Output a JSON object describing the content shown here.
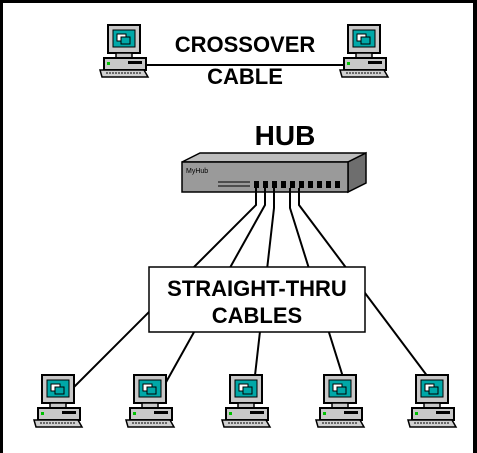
{
  "crossover": {
    "line1": "CROSSOVER",
    "line2": "CABLE"
  },
  "hub": {
    "title": "HUB",
    "brand": "MyHub"
  },
  "straight": {
    "line1": "STRAIGHT-THRU",
    "line2": "CABLES"
  },
  "colors": {
    "frame": "#000000",
    "screen": "#00a0a0",
    "body": "#c0c0c0",
    "hub_body": "#9a9a9a",
    "cable": "#000000"
  },
  "icons": [
    "computer-icon",
    "hub-icon"
  ]
}
